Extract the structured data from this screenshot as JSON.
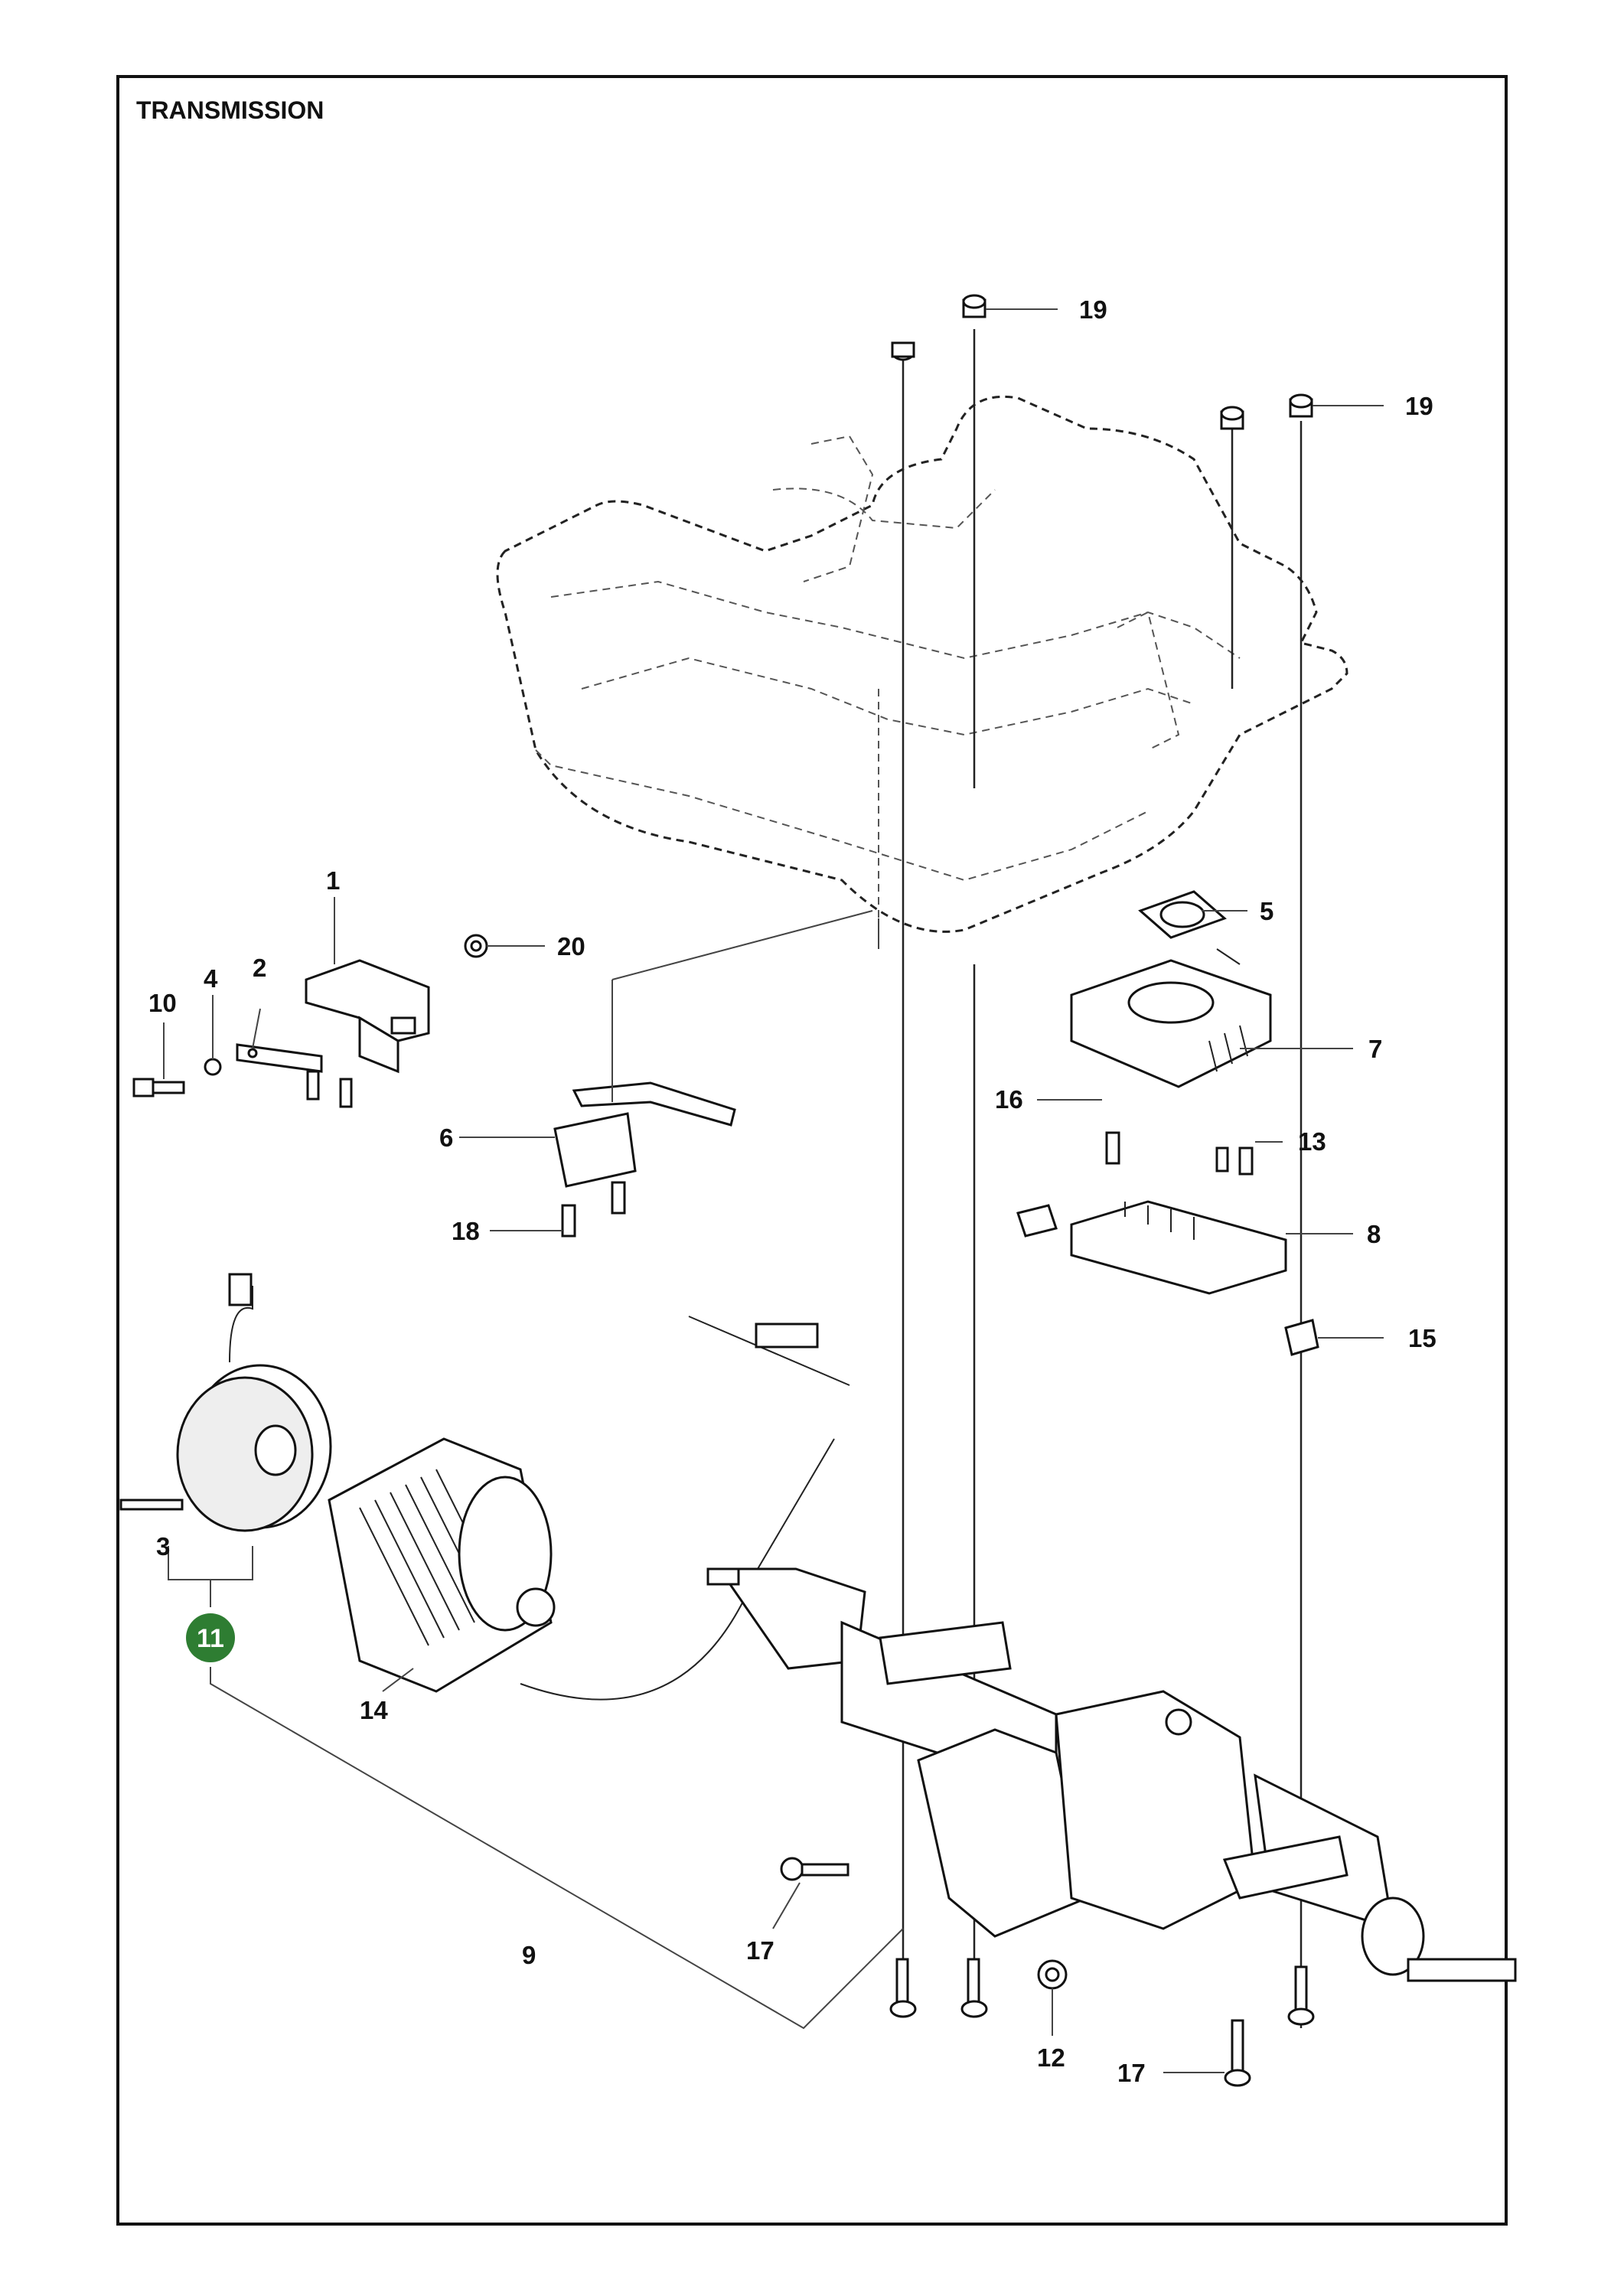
{
  "title": "TRANSMISSION",
  "highlight_color": "#2e7d32",
  "callouts": {
    "c1": "1",
    "c2": "2",
    "c3": "3",
    "c4": "4",
    "c5": "5",
    "c6": "6",
    "c7": "7",
    "c8": "8",
    "c9": "9",
    "c10": "10",
    "c11": "11",
    "c12": "12",
    "c13": "13",
    "c14": "14",
    "c15": "15",
    "c16": "16",
    "c17a": "17",
    "c17b": "17",
    "c18": "18",
    "c19a": "19",
    "c19b": "19",
    "c20": "20"
  }
}
